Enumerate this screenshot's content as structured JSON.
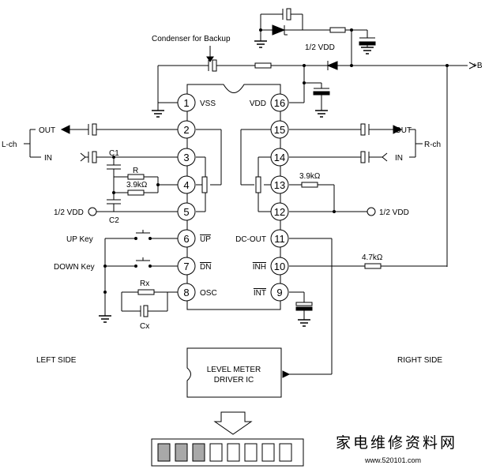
{
  "labels": {
    "condenser": "Condenser for Backup",
    "half_vdd_top": "1/2 VDD",
    "plus_b": "+B",
    "l_ch": "L-ch",
    "r_ch": "R-ch",
    "out_left": "OUT",
    "in_left": "IN",
    "out_right": "OUT",
    "in_right": "IN",
    "c1": "C1",
    "c2": "C2",
    "r": "R",
    "r_value": "3.9kΩ",
    "r_right_value": "3.9kΩ",
    "half_vdd_left": "1/2 VDD",
    "half_vdd_right": "1/2 VDD",
    "up_key": "UP Key",
    "down_key": "DOWN Key",
    "rx": "Rx",
    "cx": "Cx",
    "r_inh_value": "4.7kΩ",
    "left_side": "LEFT SIDE",
    "right_side": "RIGHT SIDE",
    "level_meter_line1": "LEVEL METER",
    "level_meter_line2": "DRIVER IC",
    "watermark_cn": "家电维修资料网",
    "watermark_url": "www.520101.com"
  },
  "pins": [
    {
      "num": "1",
      "label": "VSS"
    },
    {
      "num": "2",
      "label": ""
    },
    {
      "num": "3",
      "label": ""
    },
    {
      "num": "4",
      "label": ""
    },
    {
      "num": "5",
      "label": ""
    },
    {
      "num": "6",
      "label": "UP"
    },
    {
      "num": "7",
      "label": "DN"
    },
    {
      "num": "8",
      "label": "OSC"
    },
    {
      "num": "16",
      "label": "VDD"
    },
    {
      "num": "15",
      "label": ""
    },
    {
      "num": "14",
      "label": ""
    },
    {
      "num": "13",
      "label": ""
    },
    {
      "num": "12",
      "label": ""
    },
    {
      "num": "11",
      "label": "DC-OUT"
    },
    {
      "num": "10",
      "label": "INH"
    },
    {
      "num": "9",
      "label": "INT"
    }
  ],
  "level_meter": {
    "segments": 8,
    "lit_segments": 3
  },
  "colors": {
    "line": "#000000",
    "segment_lit": "#a8a8a8",
    "watermark": "#e8aaa8"
  }
}
